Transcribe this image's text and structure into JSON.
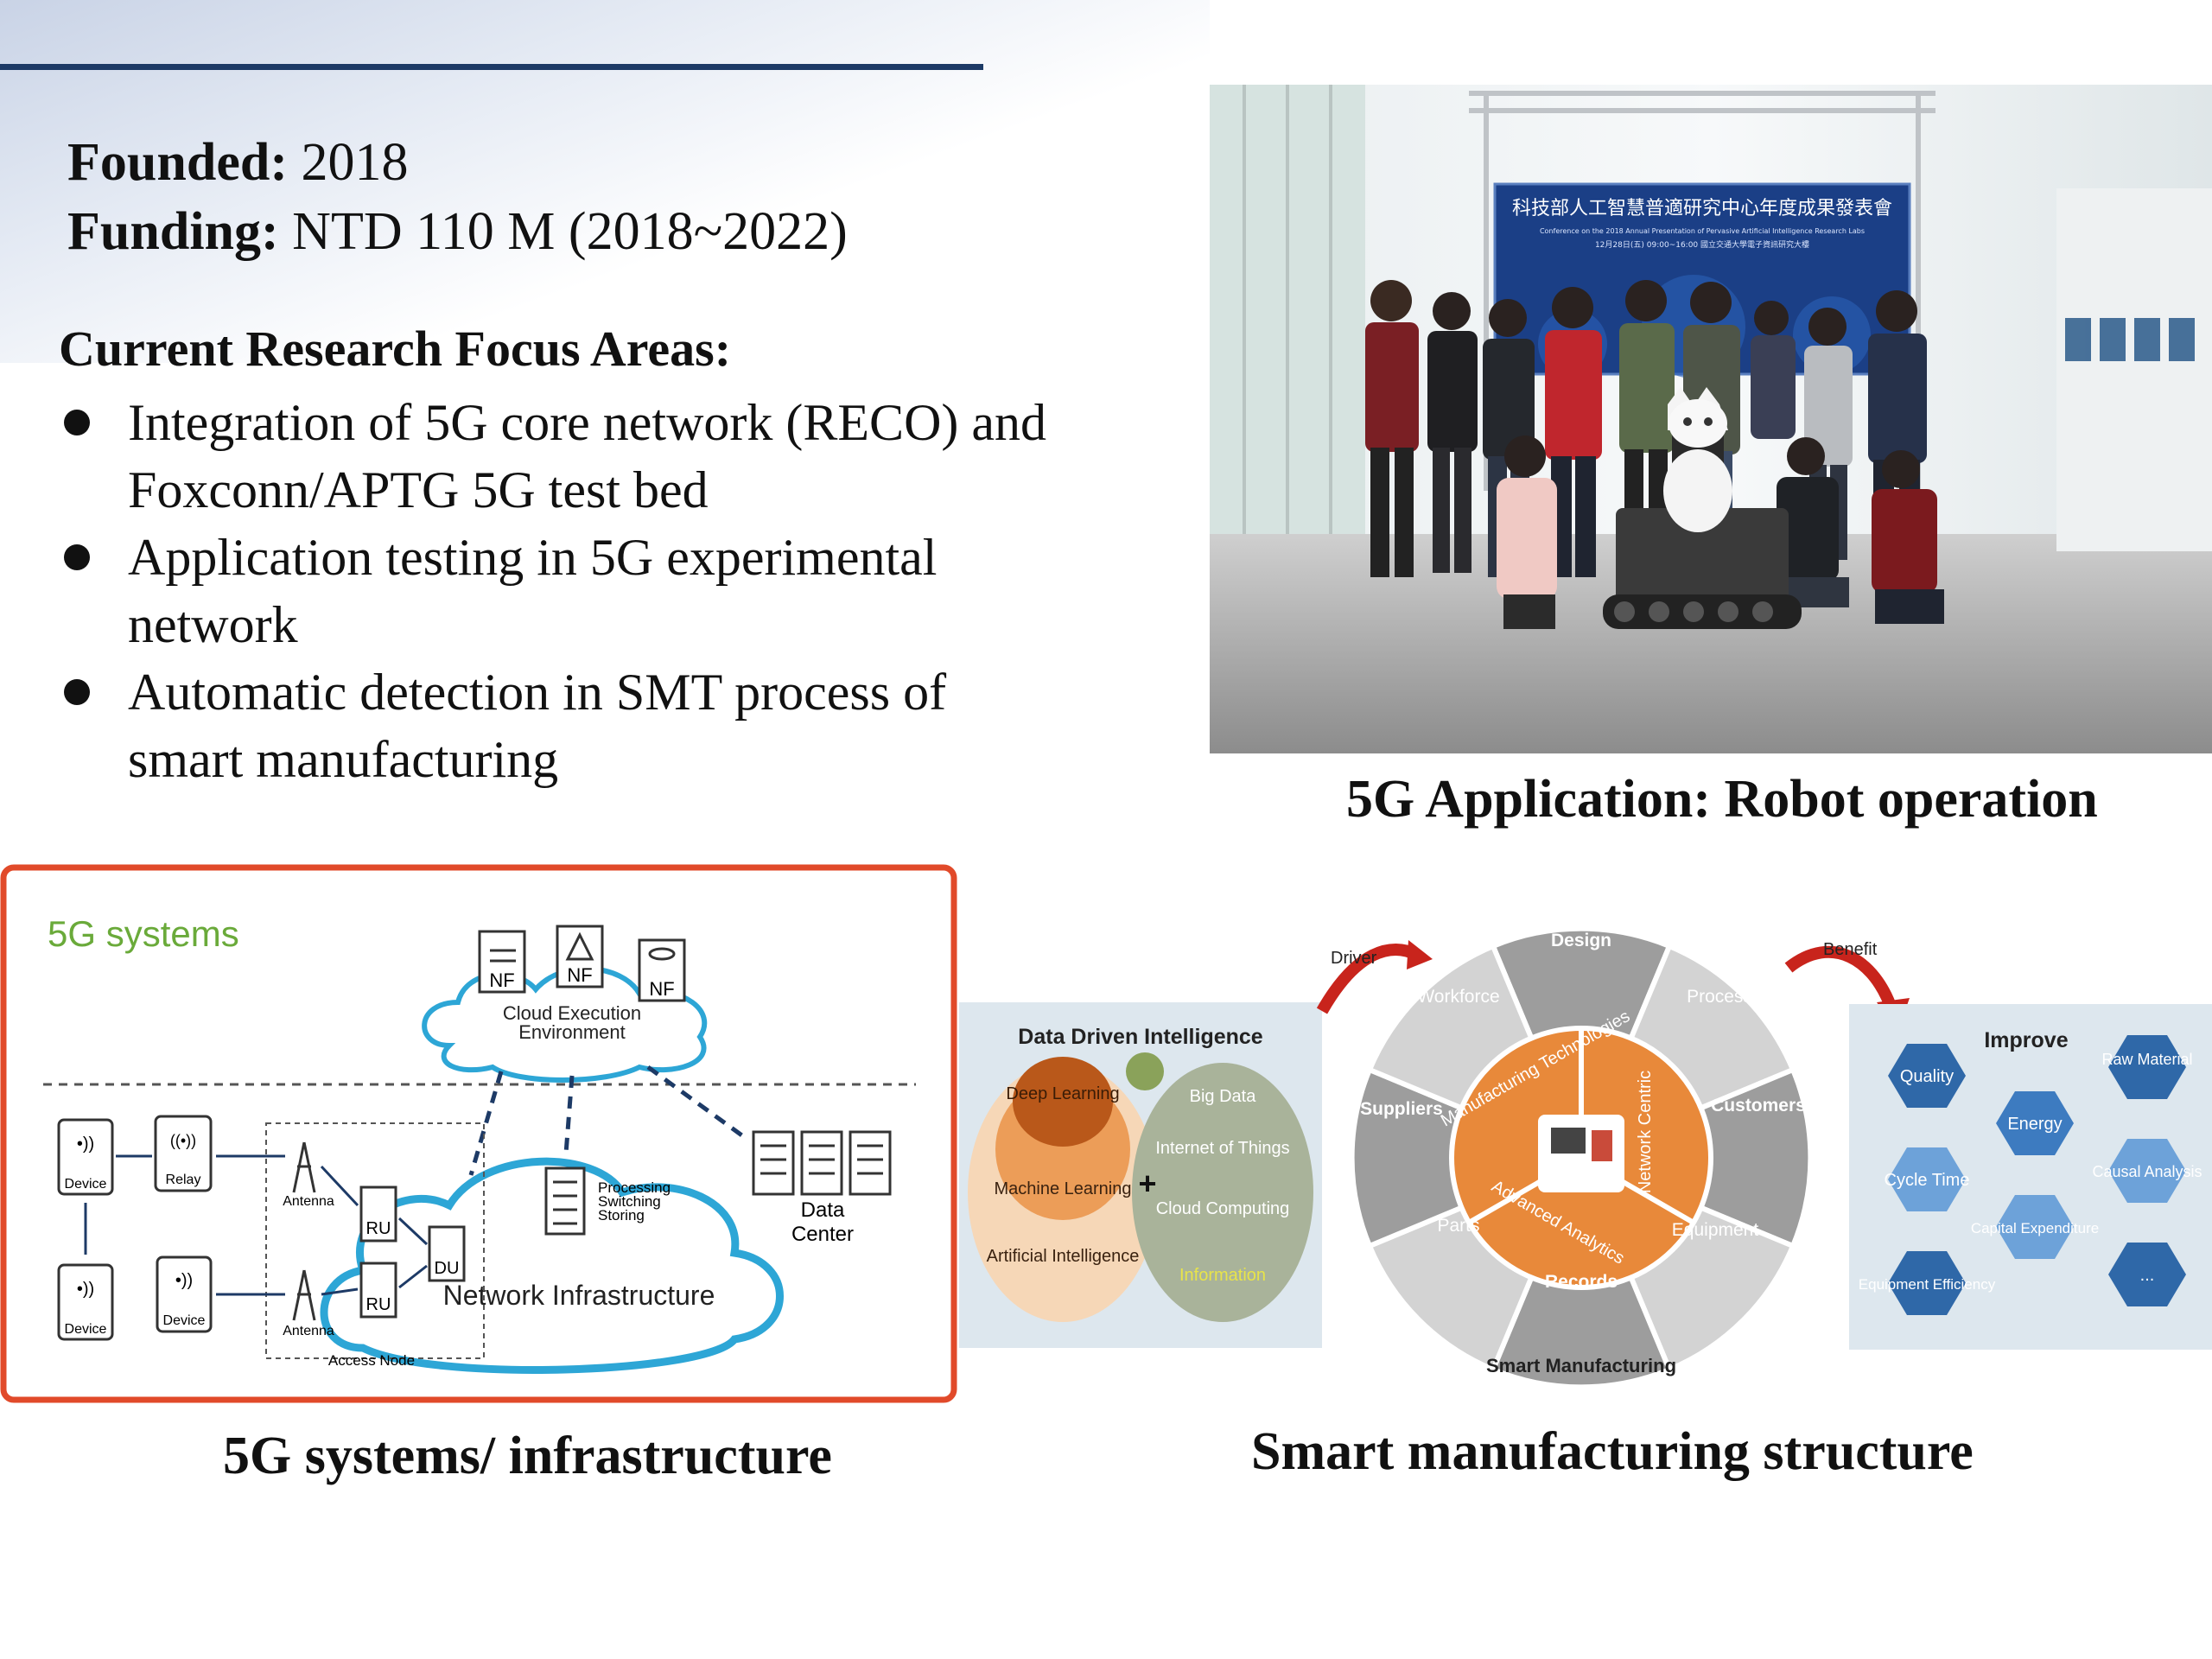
{
  "header": {
    "founded_label": "Founded:",
    "founded_value": "2018",
    "funding_label": "Funding:",
    "funding_value": "NTD 110 M (2018~2022)"
  },
  "focus": {
    "title": "Current Research Focus Areas:",
    "items": [
      {
        "line1": "Integration of 5G core network (RECO) and",
        "line2": "Foxconn/APTG 5G test bed"
      },
      {
        "line1": "Application testing  in 5G experimental",
        "line2": "network"
      },
      {
        "line1": "Automatic detection in SMT process of",
        "line2": "smart manufacturing"
      }
    ]
  },
  "photo": {
    "banner_title": "科技部人工智慧普適研究中心年度成果發表會",
    "banner_subtitle": "Conference on the 2018 Annual Presentation of Pervasive Artificial Intelligence Research Labs",
    "banner_date": "12月28日(五) 09:00~16:00  國立交通大學電子資訊研究大樓",
    "caption": "5G Application: Robot operation"
  },
  "diagram5g": {
    "title": "5G systems",
    "nf_labels": [
      "NF",
      "NF",
      "NF"
    ],
    "cloud_exec": [
      "Cloud Execution",
      "Environment"
    ],
    "device_labels": [
      "Device",
      "Device",
      "Device"
    ],
    "relay": "Relay",
    "antenna": "Antenna",
    "antenna2": "Antenna",
    "ru": "RU",
    "ru2": "RU",
    "du": "DU",
    "processing": [
      "Processing",
      "Switching",
      "Storing"
    ],
    "data_center": [
      "Data",
      "Center"
    ],
    "network_infra": "Network Infrastructure",
    "access_node": "Access Node",
    "caption": "5G systems/ infrastructure"
  },
  "smart": {
    "ddi_title": "Data Driven Intelligence",
    "ddi_left": [
      "Deep Learning",
      "Machine Learning",
      "Artificial Intelligence"
    ],
    "ddi_right": [
      "Big Data",
      "Internet of Things",
      "Cloud Computing",
      "Information"
    ],
    "driver": "Driver",
    "benefit": "Benefit",
    "wheel_outer": [
      "Design",
      "Process",
      "Customers",
      "Equipment",
      "Records",
      "Parts",
      "Suppliers",
      "Workforce"
    ],
    "wheel_inner": [
      "Manufacturing Technologies",
      "Network Centric",
      "Advanced Analytics"
    ],
    "wheel_bottom": "Smart Manufacturing",
    "improve": "Improve",
    "hex": [
      "Quality",
      "Raw Material",
      "Energy",
      "Cycle Time",
      "Causal Analysis",
      "Capital Expenditure",
      "Equipment Efficiency",
      "..."
    ],
    "caption": "Smart manufacturing structure"
  },
  "colors": {
    "navy": "#1d3a66",
    "orange": "#e8893a",
    "hexblue": "#2f68a8",
    "frame": "#d9282a"
  }
}
